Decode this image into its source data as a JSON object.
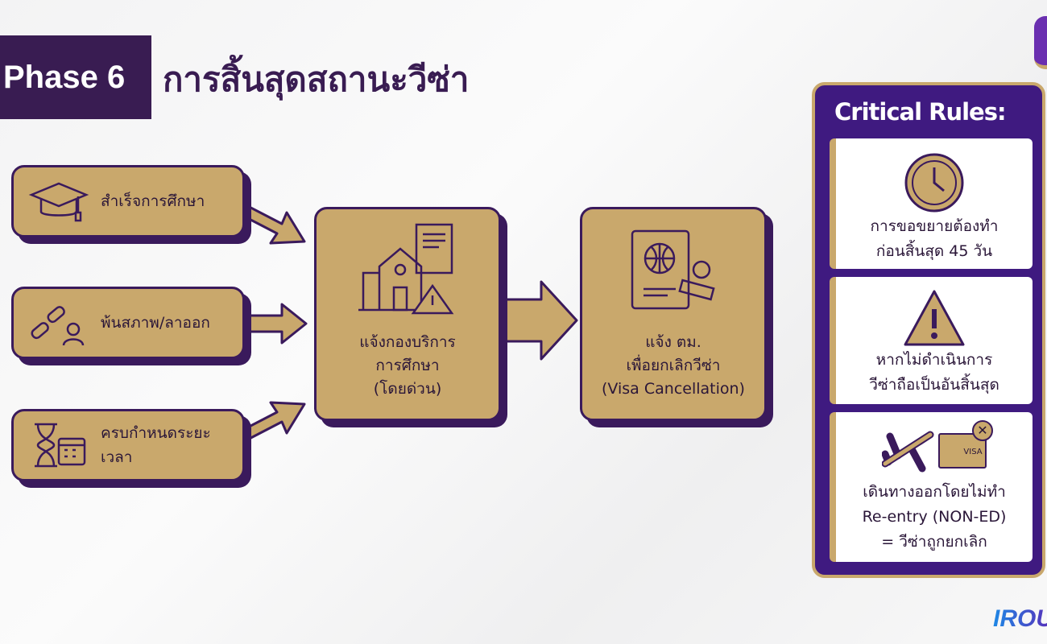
{
  "header": {
    "phase": "Phase 6",
    "title": "การสิ้นสุดสถานะวีซ่า"
  },
  "sources": [
    {
      "label": "สำเร็จการศึกษา",
      "icon": "graduation-cap-icon"
    },
    {
      "label": "พ้นสภาพ/ลาออก",
      "icon": "broken-chain-icon"
    },
    {
      "label": "ครบกำหนดระยะเวลา",
      "icon": "hourglass-calendar-icon"
    }
  ],
  "steps": [
    {
      "lines": [
        "แจ้งกองบริการ",
        "การศึกษา",
        "(โดยด่วน)"
      ],
      "icon": "school-warning-icon"
    },
    {
      "lines": [
        "แจ้ง ตม.",
        "เพื่อยกเลิกวีซ่า",
        "(Visa Cancellation)"
      ],
      "icon": "passport-stamp-icon"
    }
  ],
  "rules": {
    "title": "Critical Rules:",
    "items": [
      {
        "lines": [
          "การขอขยายต้องทำ",
          "ก่อนสิ้นสุด 45 วัน"
        ],
        "icon": "clock-icon"
      },
      {
        "lines": [
          "หากไม่ดำเนินการ",
          "วีซ่าถือเป็นอันสิ้นสุด"
        ],
        "icon": "warning-icon"
      },
      {
        "lines": [
          "เดินทางออกโดยไม่ทำ",
          "Re-entry (NON-ED)",
          "= วีซ่าถูกยกเลิก"
        ],
        "icon": "plane-visa-icon",
        "badge": "VISA"
      }
    ]
  },
  "logo": "IROU",
  "colors": {
    "gold": "#c9a86c",
    "purple": "#3a1a5c",
    "panel": "#3f1a80"
  }
}
